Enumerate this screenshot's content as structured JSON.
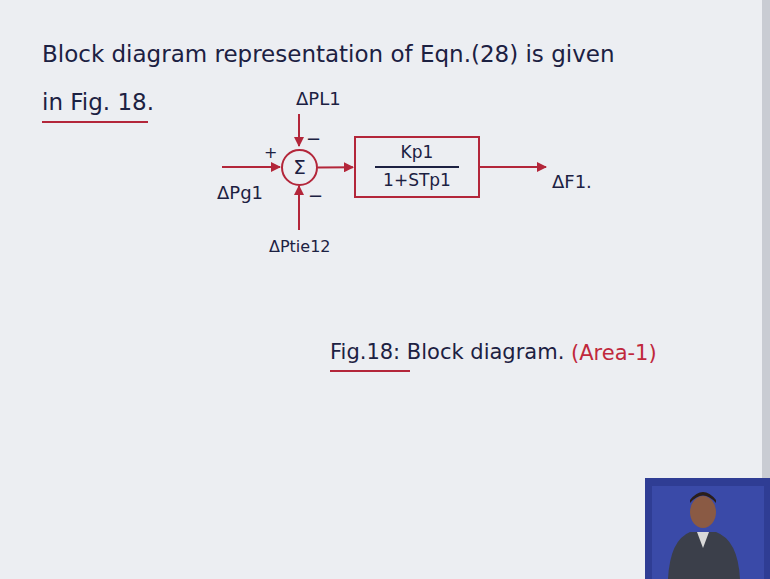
{
  "diagram": {
    "title": "Block diagram representation of Eqn.(28) is given in Fig. 18.",
    "caption": "Fig.18: Block diagram.",
    "nodes": [
      {
        "text": [
          "Σ"
        ]
      },
      {
        "text": [
          "Kp1",
          "1+STp1"
        ]
      }
    ],
    "edges": [
      {
        "from": 0,
        "to": 1,
        "arrow": "to"
      }
    ],
    "labels": [
      "ΔPL1",
      "−",
      "+",
      "ΔPg1",
      "−",
      "ΔPtie12",
      "ΔF1.",
      "(Area-1)"
    ]
  }
}
